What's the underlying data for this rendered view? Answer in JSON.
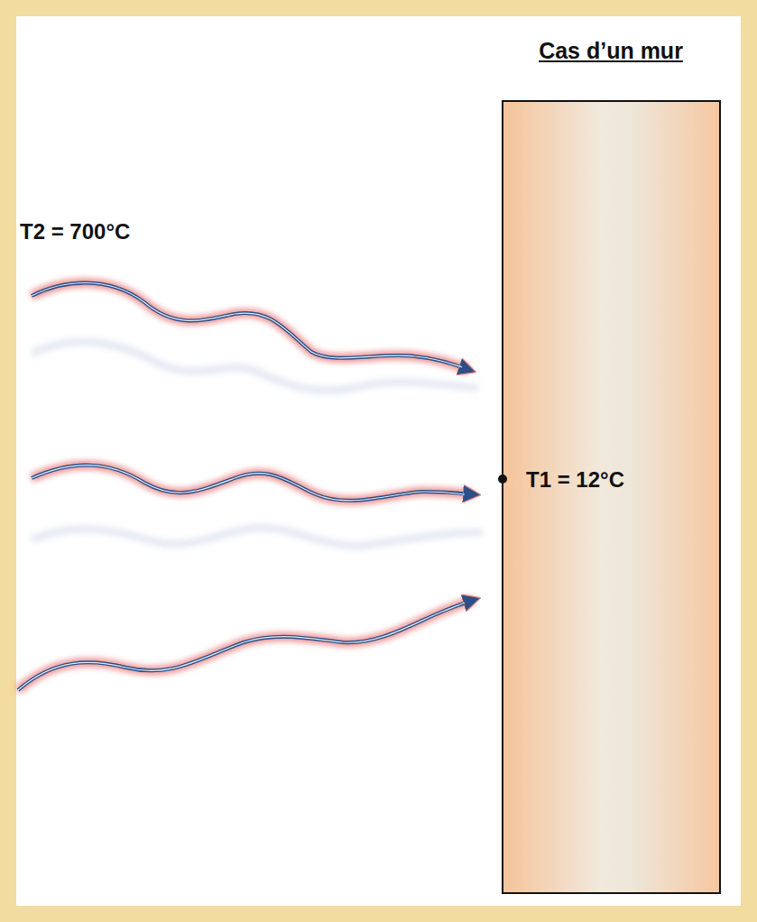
{
  "diagram": {
    "title": "Cas d’un mur",
    "labels": [
      "T2 = 700°C",
      "T1 = 12°C"
    ]
  }
}
